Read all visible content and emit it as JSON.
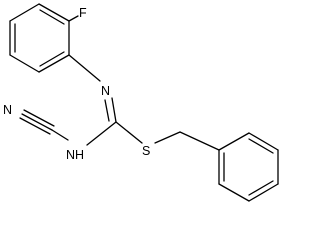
{
  "molecule": {
    "atoms": {
      "fluorine": "F",
      "imine_nitrogen": "N",
      "nitrile_nitrogen": "N",
      "amine_group": "NH",
      "sulfur": "S"
    }
  }
}
